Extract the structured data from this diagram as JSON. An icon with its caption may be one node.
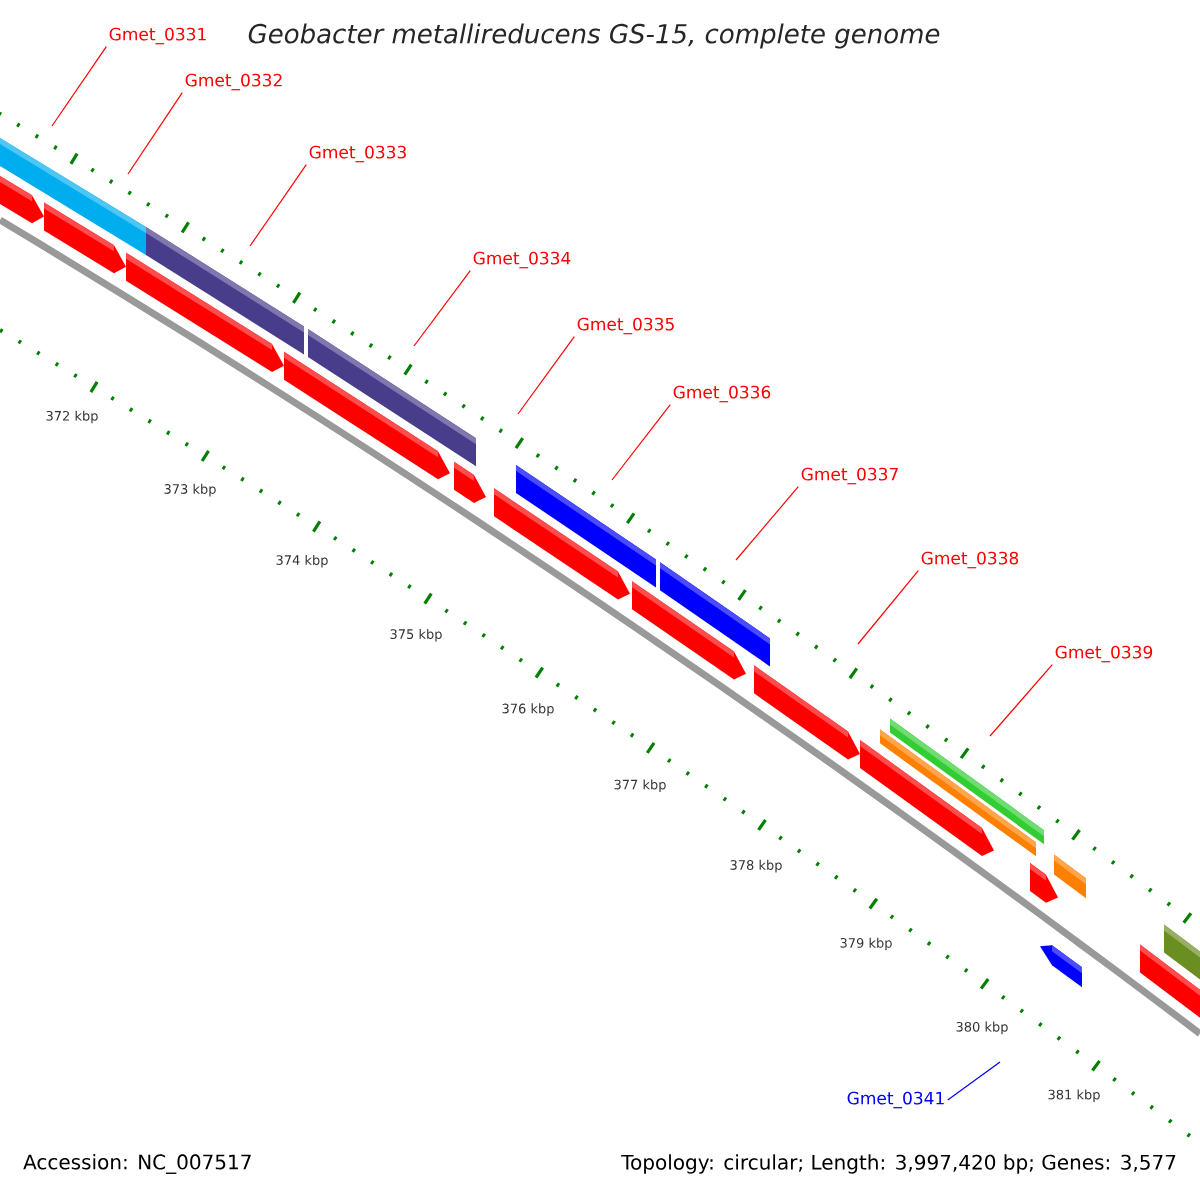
{
  "diagram": {
    "title": "Geobacter metallireducens GS-15, complete genome",
    "nodes": [
      {
        "text": [
          "Gmet_0331"
        ]
      },
      {
        "text": [
          "Gmet_0332"
        ]
      },
      {
        "text": [
          "Gmet_0333"
        ]
      },
      {
        "text": [
          "Gmet_0334"
        ]
      },
      {
        "text": [
          "Gmet_0335"
        ]
      },
      {
        "text": [
          "Gmet_0336"
        ]
      },
      {
        "text": [
          "Gmet_0337"
        ]
      },
      {
        "text": [
          "Gmet_0338"
        ]
      },
      {
        "text": [
          "Gmet_0339"
        ]
      },
      {
        "text": [
          "Gmet_0341"
        ]
      }
    ],
    "edges": [
      {
        "from": 0,
        "to": null,
        "arrow": "none"
      },
      {
        "from": 1,
        "to": null,
        "arrow": "none"
      },
      {
        "from": 2,
        "to": null,
        "arrow": "none"
      },
      {
        "from": 3,
        "to": null,
        "arrow": "none"
      },
      {
        "from": 4,
        "to": null,
        "arrow": "none"
      },
      {
        "from": 5,
        "to": null,
        "arrow": "none"
      },
      {
        "from": 6,
        "to": null,
        "arrow": "none"
      },
      {
        "from": 7,
        "to": null,
        "arrow": "none"
      },
      {
        "from": 8,
        "to": null,
        "arrow": "none"
      },
      {
        "from": 9,
        "to": null,
        "arrow": "none",
        "color": "#0000ff"
      }
    ],
    "labels": [
      "372 kbp",
      "373 kbp",
      "374 kbp",
      "375 kbp",
      "376 kbp",
      "377 kbp",
      "378 kbp",
      "379 kbp",
      "380 kbp",
      "381 kbp",
      "Accession: NC_007517",
      "Topology: circular; Length: 3,997,420 bp; Genes: 3,577"
    ]
  }
}
